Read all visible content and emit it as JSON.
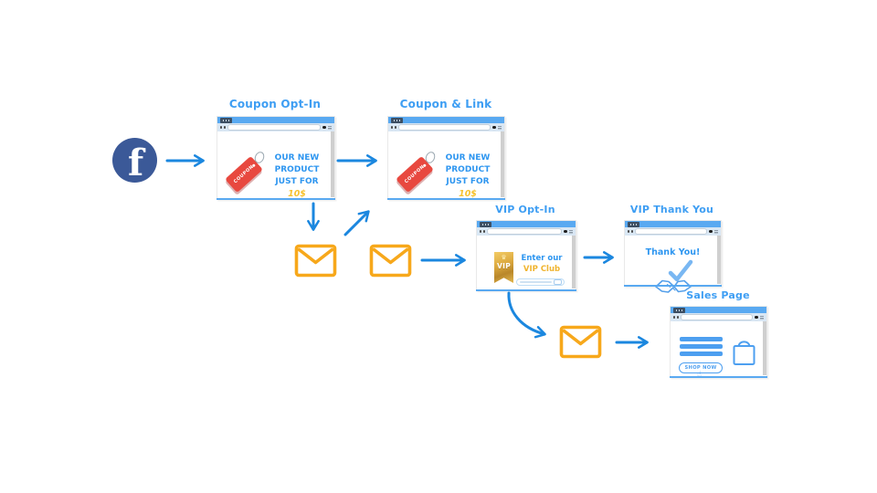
{
  "colors": {
    "arrow_blue": "#1B87DF",
    "title_blue": "#3E9EF3",
    "content_blue": "#2E96F0",
    "header_blue": "#59A9F1",
    "envelope_orange": "#F7A81B",
    "tag_red": "#E8483F",
    "facebook_blue": "#3B5998",
    "gold": "#D9A63C",
    "price_yellow": "#F7C331"
  },
  "facebook": {
    "letter": "f"
  },
  "icons": {
    "crown_glyph": "♛",
    "pointer_glyph": "☝"
  },
  "flow": {
    "coupon_opt_in": {
      "title": "Coupon Opt-In",
      "tag_text": "COUPON",
      "lines": [
        "OUR NEW",
        "PRODUCT",
        "JUST FOR"
      ],
      "price": "10$"
    },
    "coupon_link": {
      "title": "Coupon & Link",
      "tag_text": "COUPON",
      "lines": [
        "OUR NEW",
        "PRODUCT",
        "JUST FOR"
      ],
      "price": "10$"
    },
    "vip_opt_in": {
      "title": "VIP Opt-In",
      "badge_label": "VIP",
      "line1": "Enter our",
      "line2": "VIP Club"
    },
    "vip_thank_you": {
      "title": "VIP Thank You",
      "message": "Thank You!"
    },
    "sales_page": {
      "title": "Sales Page",
      "button_label": "SHOP NOW"
    }
  }
}
